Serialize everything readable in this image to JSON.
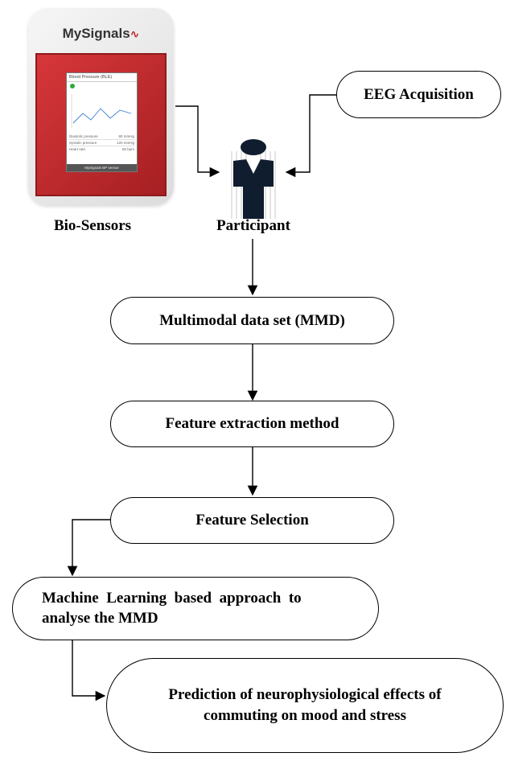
{
  "device": {
    "brand": "MySignals",
    "screen_title": "Blood Pressure (BLE)",
    "rows": [
      {
        "label": "Diastolic pressure",
        "value": "80 mmHg"
      },
      {
        "label": "Systolic pressure",
        "value": "120 mmHg"
      },
      {
        "label": "Heart rate",
        "value": "80 bpm"
      }
    ],
    "footer": "MySignals BP sensor"
  },
  "labels": {
    "bio_sensors": "Bio-Sensors",
    "participant": "Participant"
  },
  "nodes": {
    "eeg": "EEG Acquisition",
    "mmd": "Multimodal data set (MMD)",
    "feature_extraction": "Feature extraction method",
    "feature_selection": "Feature Selection",
    "ml_line1": "Machine  Learning  based  approach  to",
    "ml_line2": "analyse the MMD",
    "prediction_line1": "Prediction of neurophysiological effects of",
    "prediction_line2": "commuting on mood and stress"
  },
  "colors": {
    "device_frame": "#ebebeb",
    "device_red": "#c0282b",
    "device_red_dark": "#8e1a1c",
    "participant_figure": "#0f1d2e"
  }
}
